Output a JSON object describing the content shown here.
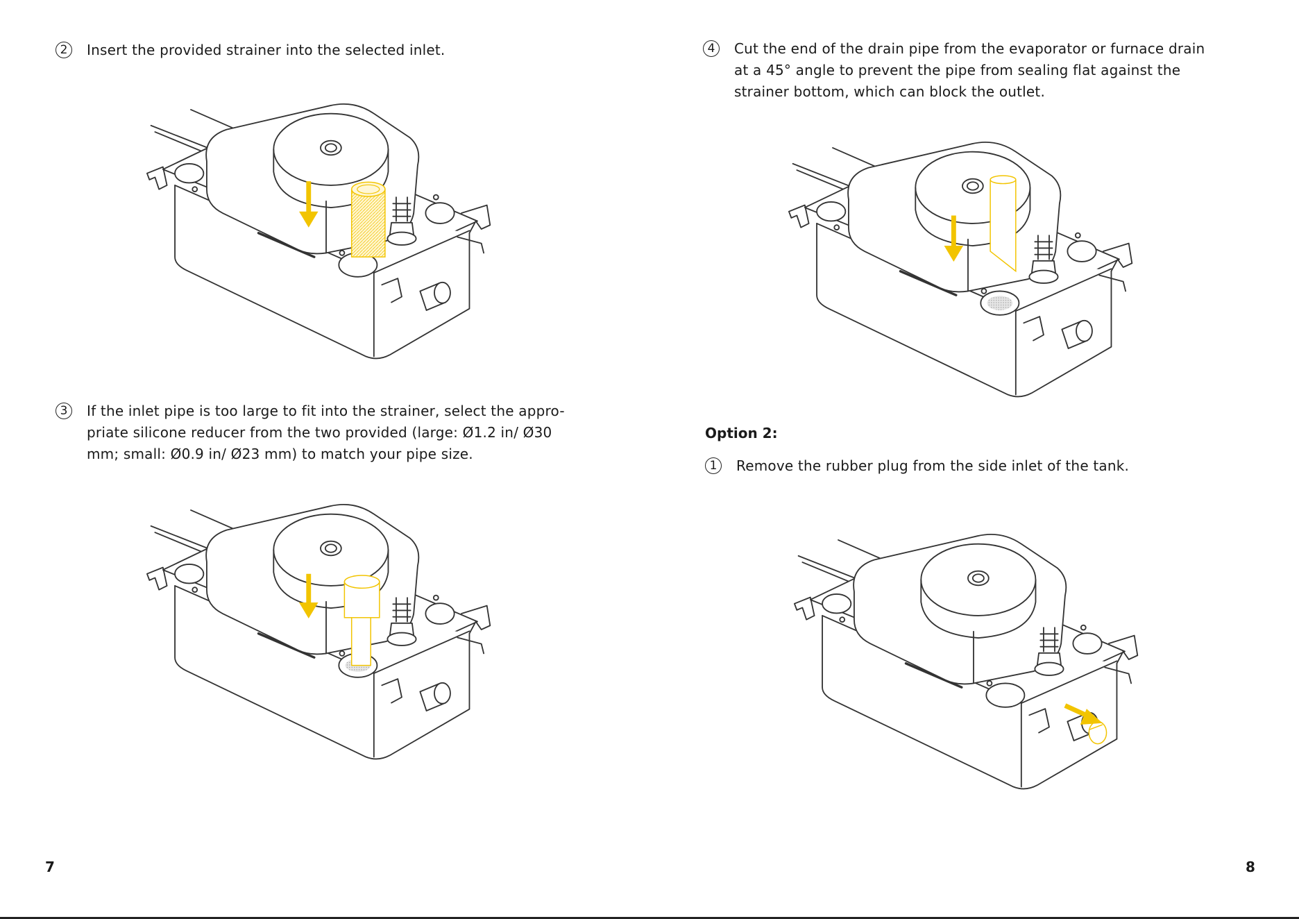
{
  "left_page": {
    "page_number": "7",
    "steps": [
      {
        "num": "2",
        "text": "Insert the provided strainer into the selected inlet."
      },
      {
        "num": "3",
        "text": "If the inlet pipe is too large to fit into the strainer, select the appro-\npriate silicone reducer from the two provided (large: Ø1.2 in/ Ø30\nmm; small: Ø0.9 in/ Ø23 mm) to match your pipe size."
      }
    ]
  },
  "right_page": {
    "page_number": "8",
    "steps": [
      {
        "num": "4",
        "text": "Cut the end of the drain pipe from the evaporator or furnace drain\nat a 45° angle to prevent the pipe from sealing flat against the\nstrainer bottom, which can block the outlet."
      }
    ],
    "option_heading": "Option 2:",
    "option_steps": [
      {
        "num": "1",
        "text": "Remove the rubber plug from the side inlet of the tank."
      }
    ]
  },
  "colors": {
    "accent": "#F2C400",
    "line": "#333333",
    "background": "#ffffff"
  }
}
